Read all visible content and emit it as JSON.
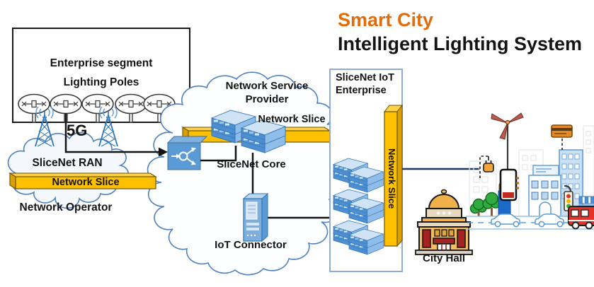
{
  "title": {
    "line1": "Smart City",
    "line2": "Intelligent Lighting System"
  },
  "enterprise_segment": {
    "title": "Enterprise segment",
    "subtitle": "Lighting Poles",
    "pole_count": 5
  },
  "ran": {
    "tech_label": "5G",
    "cloud_label": "SliceNet RAN",
    "slice_label": "Network Slice",
    "operator_label": "Network Operator"
  },
  "service_provider": {
    "cloud_label": "Network Service Provider",
    "slice_label": "Network Slice",
    "core_label": "SliceNet Core",
    "connector_label": "IoT Connector"
  },
  "iot_enterprise": {
    "title": "SliceNet IoT\nEnterprise",
    "slice_label": "Network Slice",
    "server_stacks": 3
  },
  "city": {
    "hall_label": "City Hall"
  },
  "colors": {
    "accent_orange": "#E36C0A",
    "slice_yellow": "#FFC000",
    "slice_dark": "#DC9F00",
    "slice_light": "#FFD24A",
    "icon_blue": "#5B9BD5",
    "icon_blue_dark": "#2E75B6",
    "cloud_stroke": "#4F81BD",
    "link_navy": "#1F3864",
    "line_black": "#141414"
  }
}
